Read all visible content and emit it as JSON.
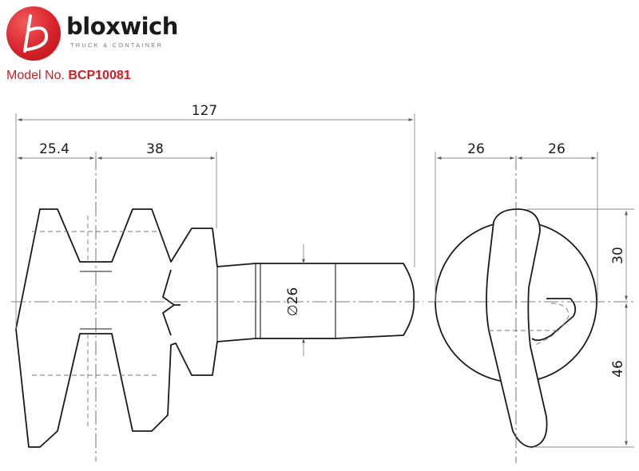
{
  "header": {
    "brand": "bloxwich",
    "tagline": "TRUCK & CONTAINER",
    "model_label": "Model No.",
    "model_number": "BCP10081"
  },
  "dimensions": {
    "overall_length": "127",
    "left_segment": "25.4",
    "middle_segment": "38",
    "diameter": "∅26",
    "side_left": "26",
    "side_right": "26",
    "upper_height": "30",
    "lower_height": "46"
  },
  "colors": {
    "brand_red": "#d8232a",
    "ink": "#1a1a1a",
    "dim_line": "#8a8a8a"
  }
}
